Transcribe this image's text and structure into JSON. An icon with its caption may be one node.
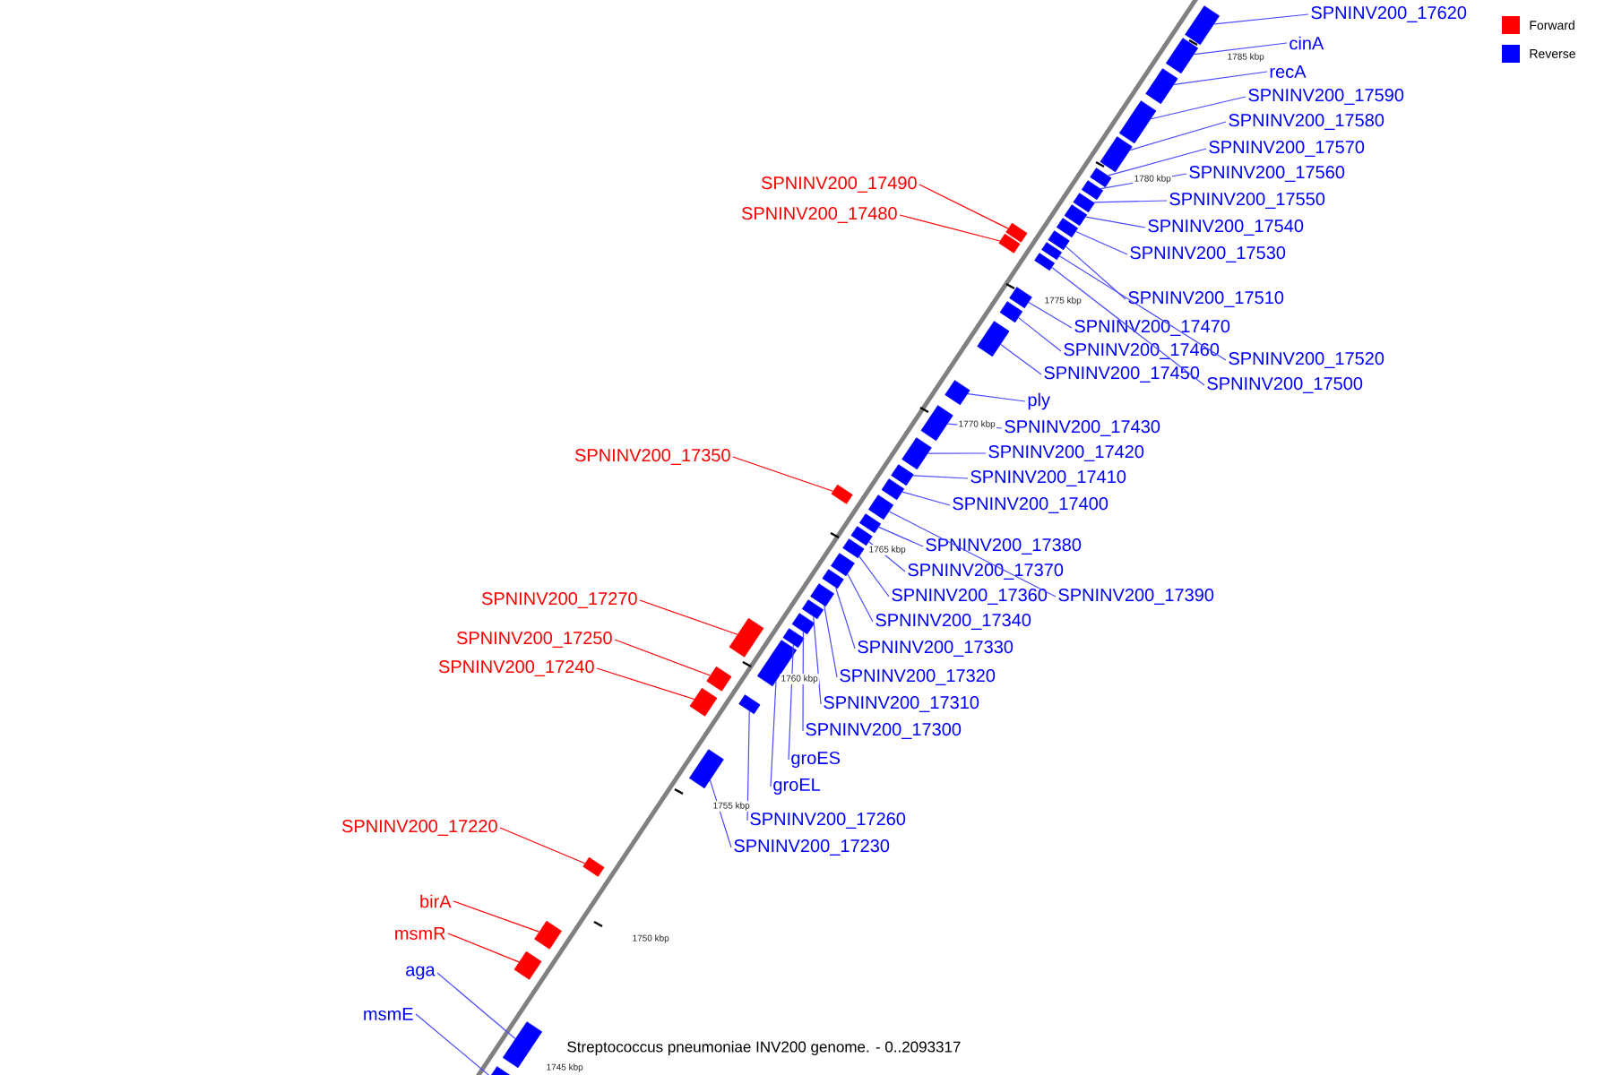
{
  "diagram": {
    "title": "Streptococcus pneumoniae INV200 genome. - 0..2093317",
    "nodes": [
      {
        "text": [
          "SPNINV200_17620"
        ]
      },
      {
        "text": [
          "cinA"
        ]
      },
      {
        "text": [
          "recA"
        ]
      },
      {
        "text": [
          "SPNINV200_17590"
        ]
      },
      {
        "text": [
          "SPNINV200_17580"
        ]
      },
      {
        "text": [
          "SPNINV200_17570"
        ]
      },
      {
        "text": [
          "SPNINV200_17560"
        ]
      },
      {
        "text": [
          "SPNINV200_17550"
        ]
      },
      {
        "text": [
          "SPNINV200_17540"
        ]
      },
      {
        "text": [
          "SPNINV200_17530"
        ]
      },
      {
        "text": [
          "SPNINV200_17510"
        ]
      },
      {
        "text": [
          "SPNINV200_17520"
        ]
      },
      {
        "text": [
          "SPNINV200_17500"
        ]
      },
      {
        "text": [
          "SPNINV200_17470"
        ]
      },
      {
        "text": [
          "SPNINV200_17460"
        ]
      },
      {
        "text": [
          "SPNINV200_17450"
        ]
      },
      {
        "text": [
          "ply"
        ]
      },
      {
        "text": [
          "SPNINV200_17430"
        ]
      },
      {
        "text": [
          "SPNINV200_17420"
        ]
      },
      {
        "text": [
          "SPNINV200_17410"
        ]
      },
      {
        "text": [
          "SPNINV200_17400"
        ]
      },
      {
        "text": [
          "SPNINV200_17390"
        ]
      },
      {
        "text": [
          "SPNINV200_17380"
        ]
      },
      {
        "text": [
          "SPNINV200_17370"
        ]
      },
      {
        "text": [
          "SPNINV200_17360"
        ]
      },
      {
        "text": [
          "SPNINV200_17340"
        ]
      },
      {
        "text": [
          "SPNINV200_17330"
        ]
      },
      {
        "text": [
          "SPNINV200_17320"
        ]
      },
      {
        "text": [
          "SPNINV200_17310"
        ]
      },
      {
        "text": [
          "SPNINV200_17300"
        ]
      },
      {
        "text": [
          "groES"
        ]
      },
      {
        "text": [
          "groEL"
        ]
      },
      {
        "text": [
          "SPNINV200_17260"
        ]
      },
      {
        "text": [
          "SPNINV200_17230"
        ]
      },
      {
        "text": [
          "SPNINV200_17490"
        ]
      },
      {
        "text": [
          "SPNINV200_17480"
        ]
      },
      {
        "text": [
          "SPNINV200_17350"
        ]
      },
      {
        "text": [
          "SPNINV200_17270"
        ]
      },
      {
        "text": [
          "SPNINV200_17250"
        ]
      },
      {
        "text": [
          "SPNINV200_17240"
        ]
      },
      {
        "text": [
          "SPNINV200_17220"
        ]
      },
      {
        "text": [
          "birA"
        ]
      },
      {
        "text": [
          "msmR"
        ]
      },
      {
        "text": [
          "aga"
        ]
      },
      {
        "text": [
          "msmE"
        ]
      },
      {
        "text": [],
        "shape": "box"
      },
      {
        "text": [],
        "shape": "box"
      },
      {
        "text": [],
        "shape": "box"
      },
      {
        "text": [],
        "shape": "box"
      },
      {
        "text": [],
        "shape": "box"
      },
      {
        "text": [],
        "shape": "box"
      },
      {
        "text": [],
        "shape": "box"
      },
      {
        "text": [],
        "shape": "box"
      },
      {
        "text": [],
        "shape": "box"
      },
      {
        "text": [],
        "shape": "box"
      },
      {
        "text": [],
        "shape": "box"
      },
      {
        "text": [],
        "shape": "box"
      },
      {
        "text": [],
        "shape": "box"
      },
      {
        "text": [],
        "shape": "box"
      },
      {
        "text": [],
        "shape": "box"
      },
      {
        "text": [],
        "shape": "box"
      },
      {
        "text": [],
        "shape": "box"
      },
      {
        "text": [],
        "shape": "box"
      },
      {
        "text": [],
        "shape": "box"
      },
      {
        "text": [],
        "shape": "box"
      },
      {
        "text": [],
        "shape": "box"
      },
      {
        "text": [],
        "shape": "box"
      },
      {
        "text": [],
        "shape": "box"
      },
      {
        "text": [],
        "shape": "box"
      },
      {
        "text": [],
        "shape": "box"
      },
      {
        "text": [],
        "shape": "box"
      },
      {
        "text": [],
        "shape": "box"
      },
      {
        "text": [],
        "shape": "box"
      },
      {
        "text": [],
        "shape": "box"
      },
      {
        "text": [],
        "shape": "box"
      },
      {
        "text": [],
        "shape": "box"
      },
      {
        "text": [],
        "shape": "box"
      },
      {
        "text": [],
        "shape": "box"
      },
      {
        "text": [],
        "shape": "box"
      },
      {
        "text": [],
        "shape": "box"
      },
      {
        "text": [],
        "shape": "box"
      },
      {
        "text": [],
        "shape": "box"
      },
      {
        "text": [],
        "shape": "box"
      },
      {
        "text": [],
        "shape": "box"
      },
      {
        "text": [],
        "shape": "box"
      },
      {
        "text": [],
        "shape": "box"
      },
      {
        "text": [],
        "shape": "box"
      },
      {
        "text": [],
        "shape": "box"
      },
      {
        "text": [],
        "shape": "box"
      },
      {
        "text": [],
        "shape": "box"
      }
    ],
    "edges": [
      {
        "from": 0,
        "to": 45,
        "arrow": "none"
      },
      {
        "from": 1,
        "to": 46,
        "arrow": "none"
      },
      {
        "from": 2,
        "to": 47,
        "arrow": "none"
      },
      {
        "from": 3,
        "to": 48,
        "arrow": "none"
      },
      {
        "from": 4,
        "to": 49,
        "arrow": "none"
      },
      {
        "from": 5,
        "to": 50,
        "arrow": "none"
      },
      {
        "from": 6,
        "to": 51,
        "arrow": "none"
      },
      {
        "from": 7,
        "to": 52,
        "arrow": "none"
      },
      {
        "from": 8,
        "to": 53,
        "arrow": "none"
      },
      {
        "from": 9,
        "to": 54,
        "arrow": "none"
      },
      {
        "from": 10,
        "to": 55,
        "arrow": "none"
      },
      {
        "from": 11,
        "to": 56,
        "arrow": "none"
      },
      {
        "from": 12,
        "to": 57,
        "arrow": "none"
      },
      {
        "from": 13,
        "to": 58,
        "arrow": "none"
      },
      {
        "from": 14,
        "to": 59,
        "arrow": "none"
      },
      {
        "from": 15,
        "to": 60,
        "arrow": "none"
      },
      {
        "from": 16,
        "to": 61,
        "arrow": "none"
      },
      {
        "from": 17,
        "to": 62,
        "arrow": "none"
      },
      {
        "from": 18,
        "to": 63,
        "arrow": "none"
      },
      {
        "from": 19,
        "to": 64,
        "arrow": "none"
      },
      {
        "from": 20,
        "to": 65,
        "arrow": "none"
      },
      {
        "from": 21,
        "to": 66,
        "arrow": "none"
      },
      {
        "from": 22,
        "to": 67,
        "arrow": "none"
      },
      {
        "from": 23,
        "to": 68,
        "arrow": "none"
      },
      {
        "from": 24,
        "to": 69,
        "arrow": "none"
      },
      {
        "from": 25,
        "to": 70,
        "arrow": "none"
      },
      {
        "from": 26,
        "to": 71,
        "arrow": "none"
      },
      {
        "from": 27,
        "to": 72,
        "arrow": "none"
      },
      {
        "from": 28,
        "to": 73,
        "arrow": "none"
      },
      {
        "from": 29,
        "to": 74,
        "arrow": "none"
      },
      {
        "from": 30,
        "to": 75,
        "arrow": "none"
      },
      {
        "from": 31,
        "to": 76,
        "arrow": "none"
      },
      {
        "from": 32,
        "to": 77,
        "arrow": "none"
      },
      {
        "from": 33,
        "to": 78,
        "arrow": "none"
      },
      {
        "from": 34,
        "to": 79,
        "arrow": "none",
        "color": "#ff0000"
      },
      {
        "from": 35,
        "to": 80,
        "arrow": "none",
        "color": "#ff0000"
      },
      {
        "from": 36,
        "to": 81,
        "arrow": "none",
        "color": "#ff0000"
      },
      {
        "from": 37,
        "to": 82,
        "arrow": "none",
        "color": "#ff0000"
      },
      {
        "from": 38,
        "to": 83,
        "arrow": "none",
        "color": "#ff0000"
      },
      {
        "from": 39,
        "to": 84,
        "arrow": "none",
        "color": "#ff0000"
      },
      {
        "from": 40,
        "to": 85,
        "arrow": "none",
        "color": "#ff0000"
      },
      {
        "from": 41,
        "to": 86,
        "arrow": "none",
        "color": "#ff0000"
      },
      {
        "from": 42,
        "to": 87,
        "arrow": "none",
        "color": "#ff0000"
      },
      {
        "from": 43,
        "to": 88,
        "arrow": "none"
      },
      {
        "from": 44,
        "to": 89,
        "arrow": "none"
      }
    ],
    "labels": [
      "1785 kbp",
      "1780 kbp",
      "1775 kbp",
      "1770 kbp",
      "1765 kbp",
      "1760 kbp",
      "1755 kbp",
      "1750 kbp",
      "1745 kbp"
    ],
    "legend": [
      {
        "text": "Forward",
        "color": "#ff0000"
      },
      {
        "text": "Reverse",
        "color": "#0000ff"
      }
    ]
  }
}
